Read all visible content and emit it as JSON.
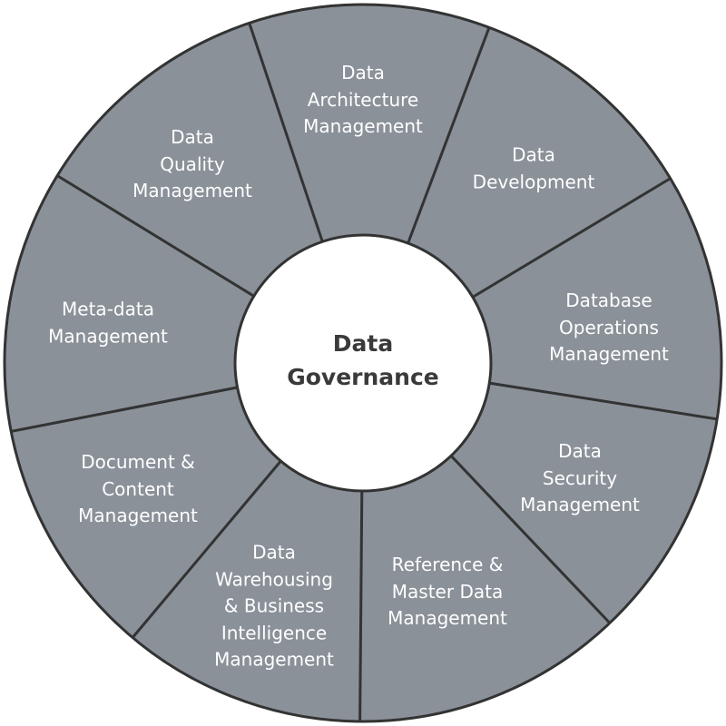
{
  "colors": {
    "segment_fill": "#8a9199",
    "outline": "#333333",
    "hub_fill": "#ffffff",
    "label_text": "#ffffff",
    "hub_text": "#3a3a3a"
  },
  "center": {
    "lines": [
      "Data",
      "Governance"
    ]
  },
  "segments": [
    {
      "name": "data-architecture-management",
      "lines": [
        "Data",
        "Architecture",
        "Management"
      ]
    },
    {
      "name": "data-development",
      "lines": [
        "Data",
        "Development"
      ]
    },
    {
      "name": "database-operations-management",
      "lines": [
        "Database",
        "Operations",
        "Management"
      ]
    },
    {
      "name": "data-security-management",
      "lines": [
        "Data",
        "Security",
        "Management"
      ]
    },
    {
      "name": "reference-master-data-management",
      "lines": [
        "Reference &",
        "Master Data",
        "Management"
      ]
    },
    {
      "name": "data-warehousing-bi-management",
      "lines": [
        "Data",
        "Warehousing",
        "& Business",
        "Intelligence",
        "Management"
      ]
    },
    {
      "name": "document-content-management",
      "lines": [
        "Document &",
        "Content",
        "Management"
      ]
    },
    {
      "name": "meta-data-management",
      "lines": [
        "Meta-data",
        "Management"
      ]
    },
    {
      "name": "data-quality-management",
      "lines": [
        "Data",
        "Quality",
        "Management"
      ]
    }
  ]
}
